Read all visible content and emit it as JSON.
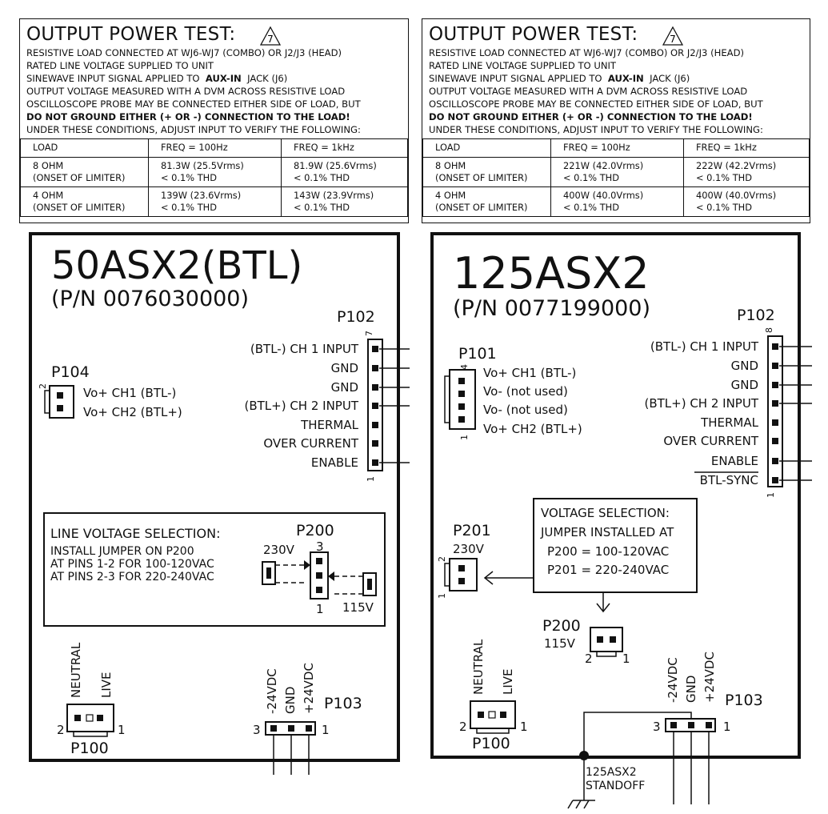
{
  "left_test": {
    "title": "OUTPUT POWER TEST:",
    "note_number": "7",
    "lines": [
      "RESISTIVE LOAD CONNECTED AT WJ6-WJ7 (COMBO) OR J2/J3 (HEAD)",
      "RATED LINE VOLTAGE SUPPLIED TO UNIT",
      "SINEWAVE INPUT SIGNAL APPLIED TO",
      "OUTPUT VOLTAGE MEASURED WITH A DVM ACROSS RESISTIVE LOAD",
      "OSCILLOSCOPE PROBE MAY BE CONNECTED EITHER SIDE OF LOAD, BUT",
      "DO NOT GROUND EITHER (+ OR -) CONNECTION TO THE LOAD!",
      "UNDER THESE CONDITIONS, ADJUST INPUT TO VERIFY THE FOLLOWING:"
    ],
    "aux_in": "AUX-IN",
    "jack": "JACK (J6)",
    "headers": [
      "LOAD",
      "FREQ = 100Hz",
      "FREQ = 1kHz"
    ],
    "rows": [
      {
        "load": "8 OHM",
        "load2": "(ONSET OF LIMITER)",
        "f100": "81.3W (25.5Vrms)",
        "f100b": "< 0.1% THD",
        "f1k": "81.9W (25.6Vrms)",
        "f1kb": "< 0.1% THD"
      },
      {
        "load": "4 OHM",
        "load2": "(ONSET OF LIMITER)",
        "f100": "139W (23.6Vrms)",
        "f100b": "< 0.1% THD",
        "f1k": "143W (23.9Vrms)",
        "f1kb": "< 0.1% THD"
      }
    ]
  },
  "right_test": {
    "title": "OUTPUT POWER TEST:",
    "note_number": "7",
    "lines": [
      "RESISTIVE LOAD CONNECTED AT WJ6-WJ7 (COMBO) OR J2/J3 (HEAD)",
      "RATED LINE VOLTAGE SUPPLIED TO UNIT",
      "SINEWAVE INPUT SIGNAL APPLIED TO",
      "OUTPUT VOLTAGE MEASURED WITH A DVM ACROSS RESISTIVE LOAD",
      "OSCILLOSCOPE PROBE MAY BE CONNECTED EITHER SIDE OF LOAD, BUT",
      "DO NOT GROUND EITHER (+ OR -) CONNECTION TO THE LOAD!",
      "UNDER THESE CONDITIONS, ADJUST INPUT TO VERIFY THE FOLLOWING:"
    ],
    "aux_in": "AUX-IN",
    "jack": "JACK (J6)",
    "headers": [
      "LOAD",
      "FREQ = 100Hz",
      "FREQ = 1kHz"
    ],
    "rows": [
      {
        "load": "8 OHM",
        "load2": "(ONSET OF LIMITER)",
        "f100": "221W (42.0Vrms)",
        "f100b": "< 0.1% THD",
        "f1k": "222W (42.2Vrms)",
        "f1kb": "< 0.1% THD"
      },
      {
        "load": "4 OHM",
        "load2": "(ONSET OF LIMITER)",
        "f100": "400W (40.0Vrms)",
        "f100b": "< 0.1% THD",
        "f1k": "400W (40.0Vrms)",
        "f1kb": "< 0.1% THD"
      }
    ]
  },
  "left_board": {
    "model": "50ASX2(BTL)",
    "part_number": "(P/N 0076030000)",
    "p102": {
      "name": "P102",
      "top_pin": "7",
      "bottom_pin": "1",
      "pins": [
        "(BTL-) CH 1 INPUT",
        "GND",
        "GND",
        "(BTL+) CH 2 INPUT",
        "THERMAL",
        "OVER CURRENT",
        "ENABLE"
      ]
    },
    "p104": {
      "name": "P104",
      "top_pin": "2",
      "pins": [
        "Vo+ CH1 (BTL-)",
        "Vo+ CH2 (BTL+)"
      ]
    },
    "line_voltage": {
      "title": "LINE VOLTAGE SELECTION:",
      "lines": [
        "INSTALL JUMPER ON P200",
        "AT PINS 1-2 FOR 100-120VAC",
        "AT PINS 2-3 FOR 220-240VAC"
      ],
      "connector": "P200",
      "v230": "230V",
      "v115": "115V",
      "pin_top": "3",
      "pin_bottom": "1"
    },
    "p100": {
      "name": "P100",
      "neutral": "NEUTRAL",
      "live": "LIVE",
      "pin_left": "2",
      "pin_right": "1"
    },
    "p103": {
      "name": "P103",
      "labels": [
        "-24VDC",
        "GND",
        "+24VDC"
      ],
      "pin_left": "3",
      "pin_right": "1"
    }
  },
  "right_board": {
    "model": "125ASX2",
    "part_number": "(P/N 0077199000)",
    "p102": {
      "name": "P102",
      "top_pin": "8",
      "bottom_pin": "1",
      "pins": [
        "(BTL-) CH 1 INPUT",
        "GND",
        "GND",
        "(BTL+) CH 2 INPUT",
        "THERMAL",
        "OVER CURRENT",
        "ENABLE",
        "BTL-SYNC"
      ]
    },
    "p101": {
      "name": "P101",
      "top_pin": "4",
      "bottom_pin": "1",
      "pins": [
        "Vo+ CH1 (BTL-)",
        "Vo- (not used)",
        "Vo- (not used)",
        "Vo+ CH2 (BTL+)"
      ]
    },
    "voltage_selection": {
      "lines": [
        "VOLTAGE SELECTION:",
        "JUMPER INSTALLED AT",
        "P200 = 100-120VAC",
        "P201 = 220-240VAC"
      ]
    },
    "p201": {
      "name": "P201",
      "voltage": "230V",
      "pin_top": "2",
      "pin_bottom": "1"
    },
    "p200": {
      "name": "P200",
      "voltage": "115V",
      "pin_left": "2",
      "pin_right": "1"
    },
    "p100": {
      "name": "P100",
      "neutral": "NEUTRAL",
      "live": "LIVE",
      "pin_left": "2",
      "pin_right": "1"
    },
    "p103": {
      "name": "P103",
      "labels": [
        "-24VDC",
        "GND",
        "+24VDC"
      ],
      "pin_left": "3",
      "pin_right": "1"
    },
    "standoff": [
      "125ASX2",
      "STANDOFF"
    ]
  }
}
